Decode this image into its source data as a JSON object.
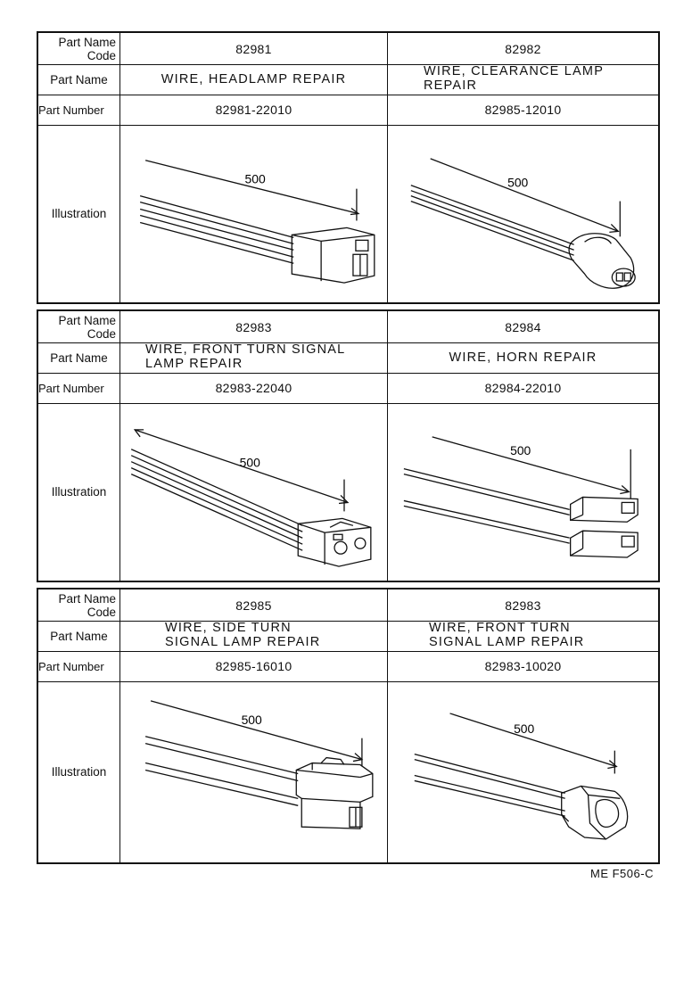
{
  "labels": {
    "part_name_code": "Part Name Code",
    "part_name": "Part Name",
    "part_number": "Part Number",
    "illustration": "Illustration"
  },
  "blocks": [
    {
      "left": {
        "code": "82981",
        "name_l1": "WIRE, HEADLAMP REPAIR",
        "name_l2": "",
        "number": "82981-22010",
        "dim": "500"
      },
      "right": {
        "code": "82982",
        "name_l1": "WIRE, CLEARANCE LAMP",
        "name_l2": "REPAIR",
        "number": "82985-12010",
        "dim": "500"
      }
    },
    {
      "left": {
        "code": "82983",
        "name_l1": "WIRE, FRONT TURN SIGNAL",
        "name_l2": "LAMP REPAIR",
        "number": "82983-22040",
        "dim": "500"
      },
      "right": {
        "code": "82984",
        "name_l1": "WIRE, HORN REPAIR",
        "name_l2": "",
        "number": "82984-22010",
        "dim": "500"
      }
    },
    {
      "left": {
        "code": "82985",
        "name_l1": "WIRE, SIDE TURN",
        "name_l2": "SIGNAL LAMP REPAIR",
        "number": "82985-16010",
        "dim": "500"
      },
      "right": {
        "code": "82983",
        "name_l1": "WIRE, FRONT TURN",
        "name_l2": "SIGNAL LAMP REPAIR",
        "number": "82983-10020",
        "dim": "500"
      }
    }
  ],
  "footer": "ME  F506-C"
}
